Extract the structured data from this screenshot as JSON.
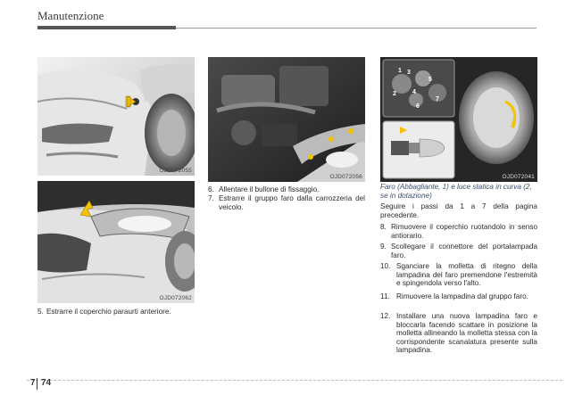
{
  "header": {
    "section_title": "Manutenzione"
  },
  "figures": {
    "fig1_code": "OJD072055",
    "fig2_code": "OJD072062",
    "fig3_code": "OJD072056",
    "fig4_code": "OJD072041",
    "fig4_labels": [
      "1",
      "2",
      "3",
      "4",
      "5",
      "6",
      "7"
    ]
  },
  "left_column": {
    "caption_num": "5.",
    "caption_text": "Estrarre il coperchio paraurti anteriore."
  },
  "middle_column": {
    "steps": [
      {
        "num": "6.",
        "text": "Allentare il bullone di fissaggio."
      },
      {
        "num": "7.",
        "text": "Estrarre il gruppo faro dalla carrozzeria del veicolo."
      }
    ]
  },
  "right_column": {
    "subtitle": "Faro (Abbagliante, 1) e luce statica in curva (2, se in dotazione)",
    "intro": "Seguire i passi da 1 a 7 della pagina precedente.",
    "steps": [
      {
        "num": "8.",
        "text": "Rimuovere il coperchio ruotandolo in senso antiorario."
      },
      {
        "num": "9.",
        "text": "Scollegare il connettore del portalampada faro."
      },
      {
        "num": "10.",
        "text": "Sganciare la molletta di ritegno della lampadina del faro premendone l'estremità e spingendola verso l'alto."
      },
      {
        "num": "11.",
        "text": "Rimuovere la lampadina dal gruppo faro."
      },
      {
        "num": "12.",
        "text": "Installare una nuova lampadina faro e bloccarla facendo scattare in posizione la molletta allineando la molletta stessa con la corrispondente scanalatura presente sulla lampadina."
      }
    ]
  },
  "footer": {
    "chapter": "7",
    "page": "74"
  }
}
